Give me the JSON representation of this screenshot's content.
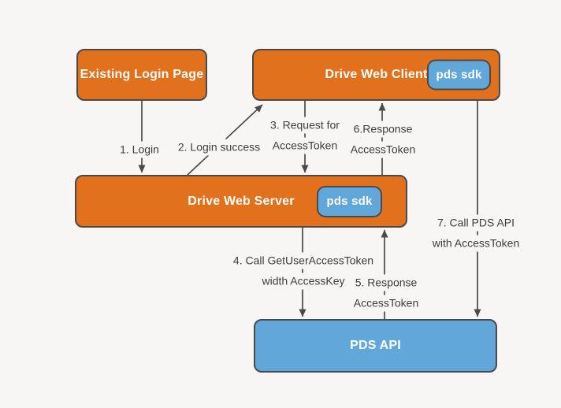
{
  "colors": {
    "bg": "#F7F6F4",
    "line": "#4A4A4A",
    "orange": "#E2711E",
    "blue": "#61A7DA",
    "border": "#4A4A4A",
    "boxtext": "#FFFFFF",
    "labeltext": "#3D3D3D"
  },
  "nodes": {
    "existing_login": {
      "label": "Existing Login Page"
    },
    "drive_web_client": {
      "label": "Drive Web Client",
      "badge": "pds sdk"
    },
    "drive_web_server": {
      "label": "Drive Web Server",
      "badge": "pds sdk"
    },
    "pds_api": {
      "label": "PDS API"
    }
  },
  "edges": [
    {
      "n": 1,
      "from": "Existing Login Page",
      "to": "Drive Web Server",
      "lines": [
        "1. Login"
      ]
    },
    {
      "n": 2,
      "from": "Drive Web Server",
      "to": "Drive Web Client",
      "lines": [
        "2. Login success"
      ]
    },
    {
      "n": 3,
      "from": "Drive Web Client",
      "to": "Drive Web Server",
      "lines": [
        "3. Request for",
        "AccessToken"
      ]
    },
    {
      "n": 4,
      "from": "Drive Web Server",
      "to": "PDS API",
      "lines": [
        "4. Call GetUserAccessToken",
        "width AccessKey"
      ]
    },
    {
      "n": 5,
      "from": "PDS API",
      "to": "Drive Web Server",
      "lines": [
        "5. Response",
        "AccessToken"
      ]
    },
    {
      "n": 6,
      "from": "Drive Web Server",
      "to": "Drive Web Client",
      "lines": [
        "6.Response",
        "AccessToken"
      ]
    },
    {
      "n": 7,
      "from": "Drive Web Client",
      "to": "PDS API",
      "lines": [
        "7. Call PDS API",
        "with AccessToken"
      ]
    }
  ]
}
